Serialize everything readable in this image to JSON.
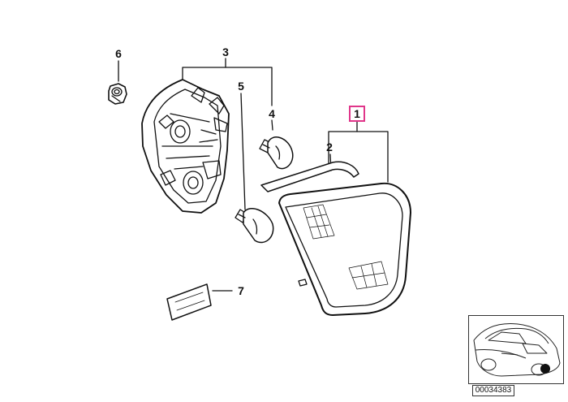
{
  "diagram": {
    "callouts": {
      "part1": "1",
      "part2": "2",
      "part3": "3",
      "part4": "4",
      "part5": "5",
      "part6": "6",
      "part7": "7"
    },
    "reference_code": "00034383",
    "highlight_color": "#e0368a"
  }
}
